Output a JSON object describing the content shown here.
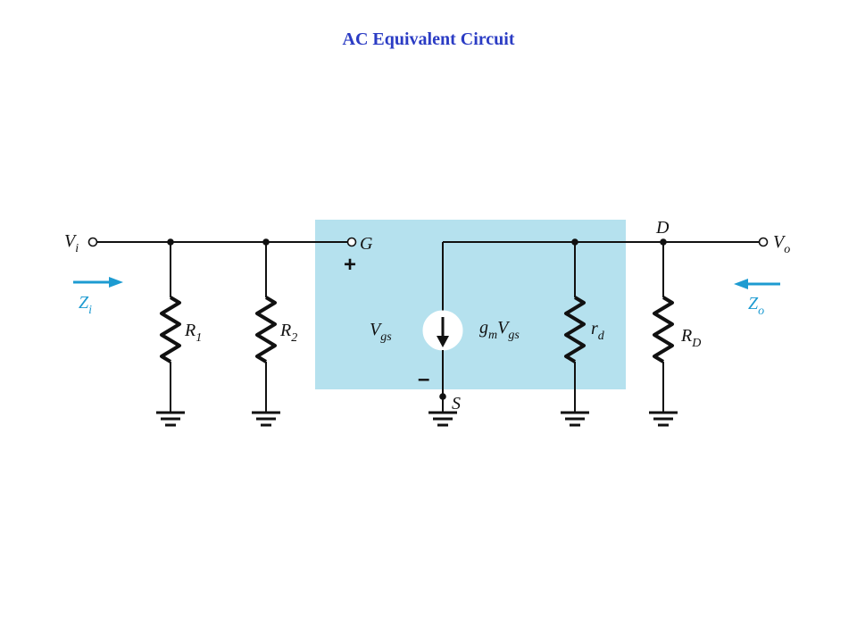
{
  "title": "AC Equivalent Circuit",
  "colors": {
    "title": "#2b3cc4",
    "transistor_box": "#b5e1ee",
    "arrow": "#1d9bd1",
    "wire": "#111111"
  },
  "labels": {
    "vi": {
      "main": "V",
      "sub": "i"
    },
    "vo": {
      "main": "V",
      "sub": "o"
    },
    "zi": {
      "main": "Z",
      "sub": "i"
    },
    "zo": {
      "main": "Z",
      "sub": "o"
    },
    "r1": {
      "main": "R",
      "sub": "1"
    },
    "r2": {
      "main": "R",
      "sub": "2"
    },
    "rd_small": {
      "main": "r",
      "sub": "d"
    },
    "rd_load": {
      "main": "R",
      "sub": "D"
    },
    "vgs": {
      "main": "V",
      "sub": "gs"
    },
    "gm_vgs": {
      "g": "g",
      "m": "m",
      "v": "V",
      "gs": "gs"
    },
    "gate": "G",
    "source": "S",
    "drain": "D",
    "plus": "+",
    "minus": "–"
  }
}
